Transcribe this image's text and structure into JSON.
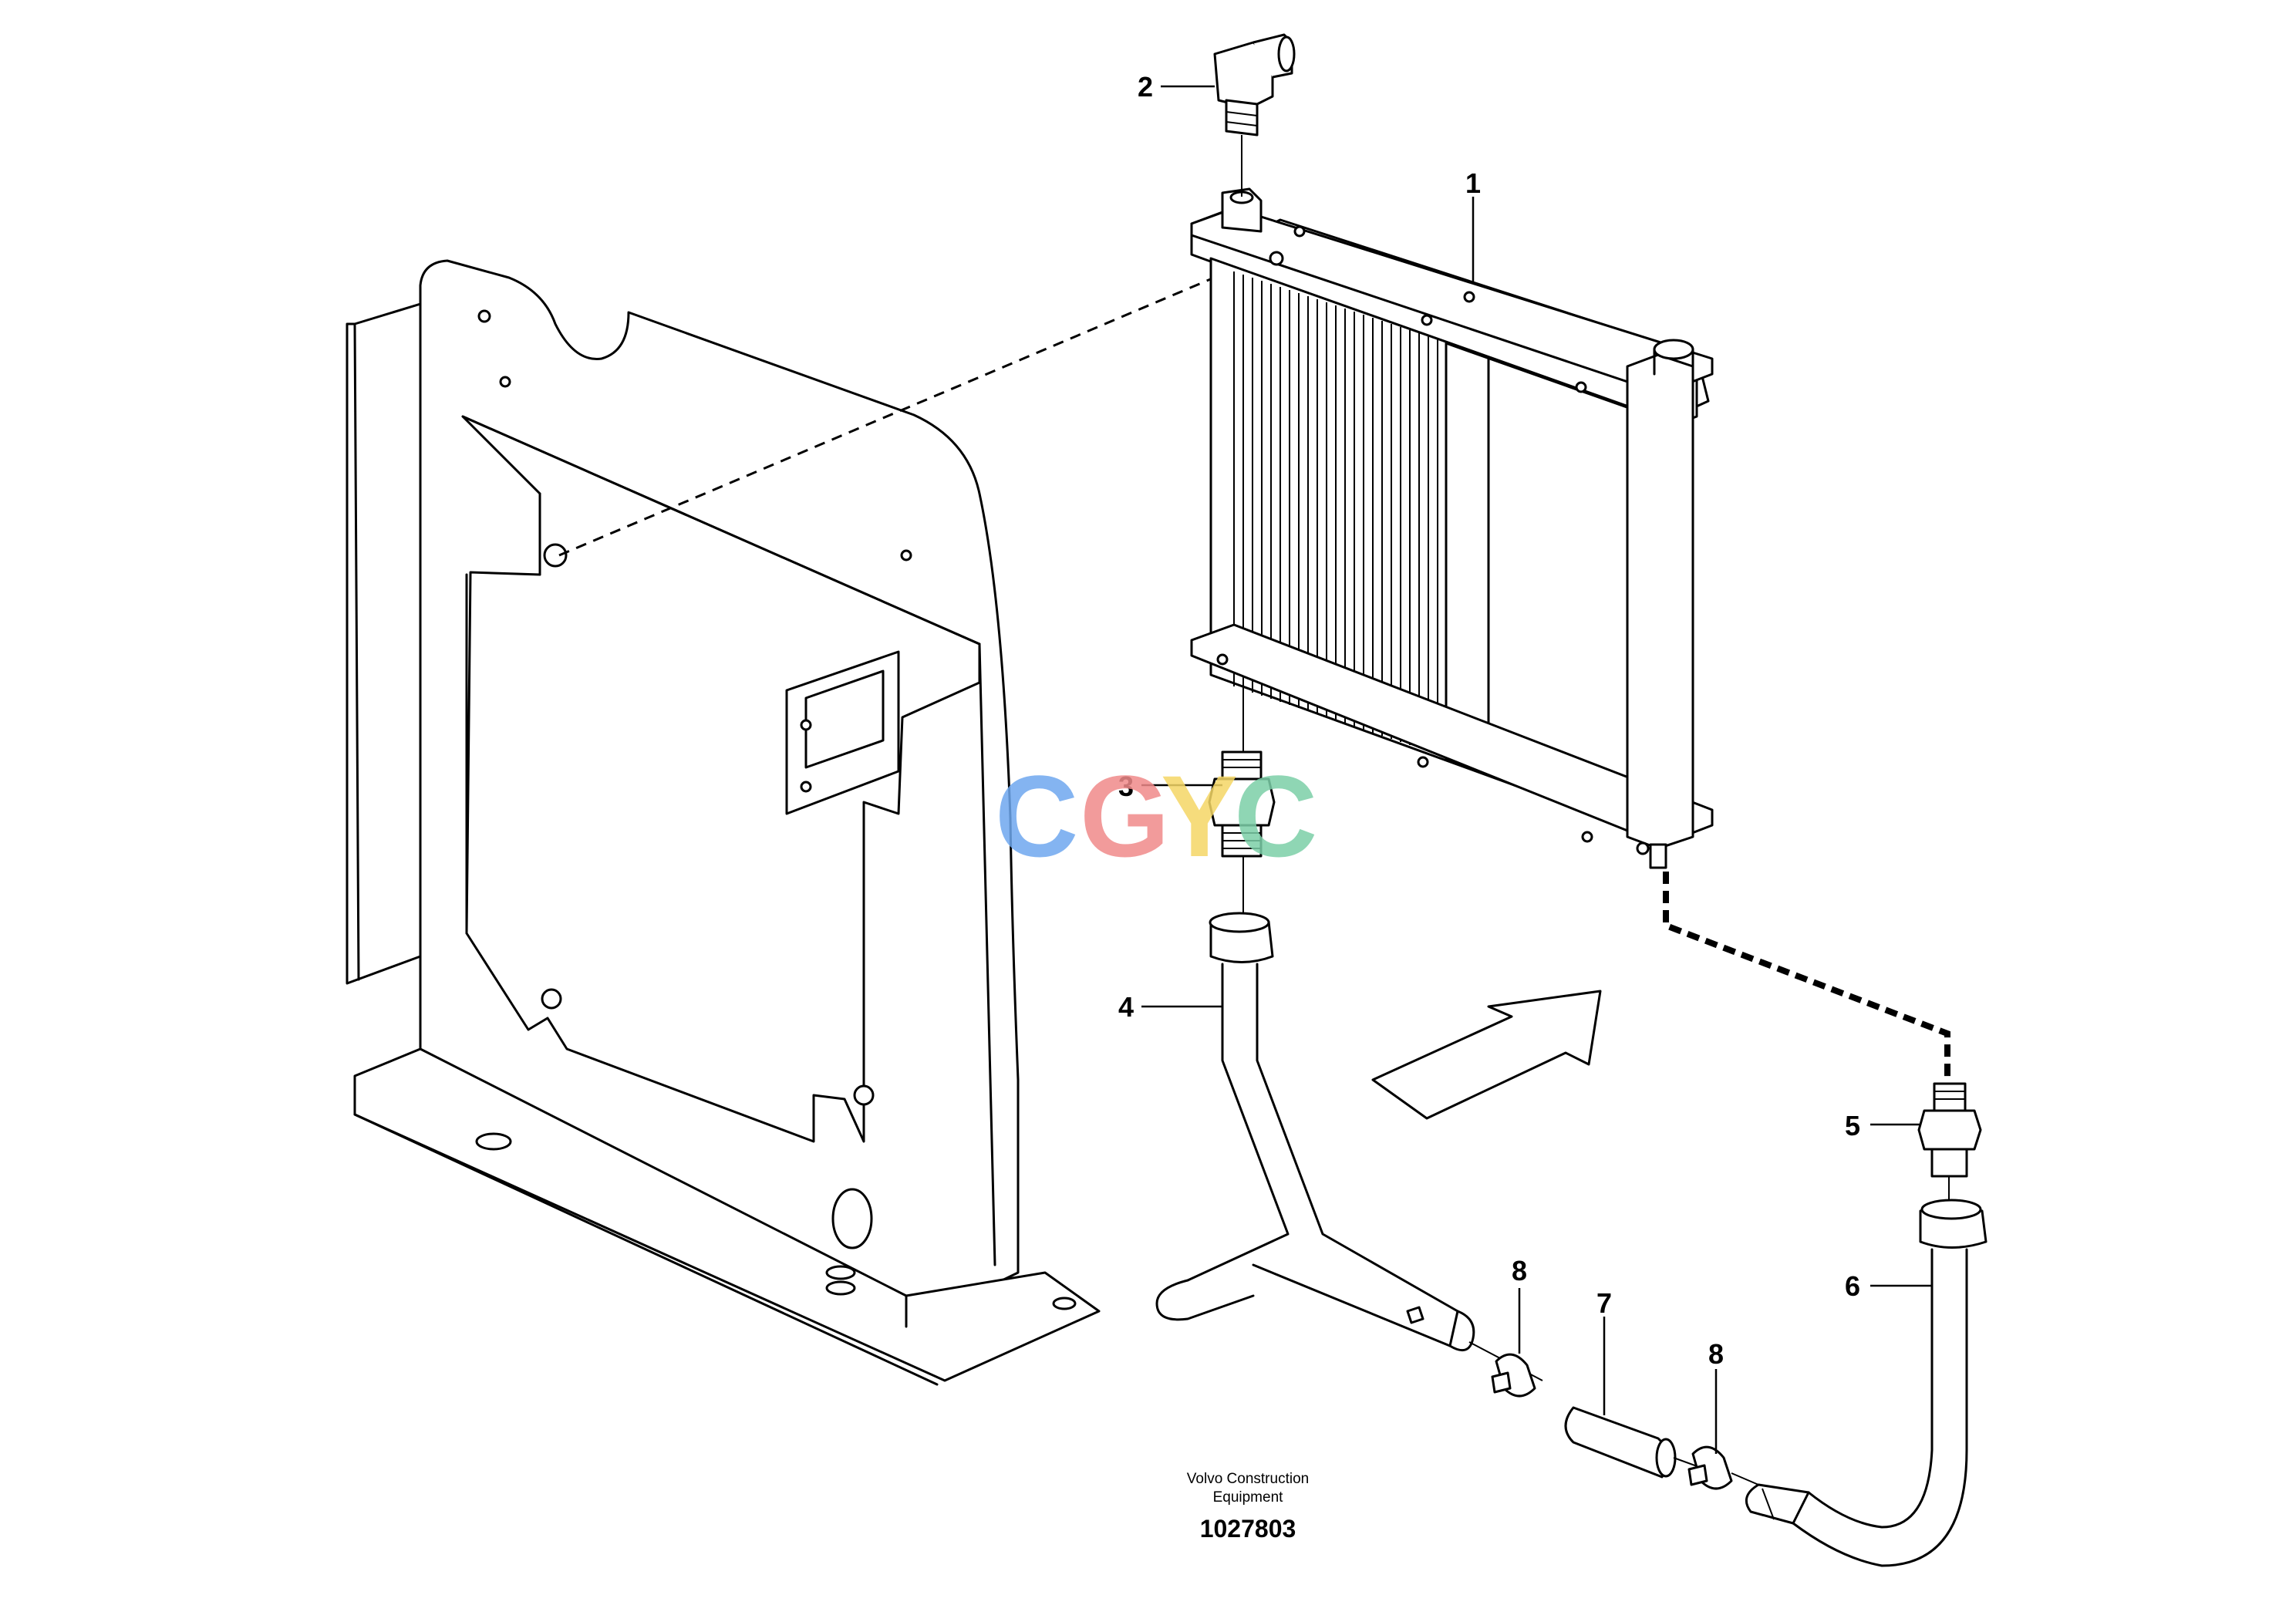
{
  "callouts": {
    "c1": "1",
    "c2": "2",
    "c3": "3",
    "c4": "4",
    "c5": "5",
    "c6": "6",
    "c7": "7",
    "c8a": "8",
    "c8b": "8"
  },
  "footer": {
    "line1": "Volvo Construction",
    "line2": "Equipment",
    "number": "1027803"
  },
  "watermark": {
    "text": [
      "C",
      "G",
      "Y",
      "C"
    ],
    "colors": [
      "#6fa8ef",
      "#f08a8a",
      "#f5d766",
      "#7ccfa8"
    ]
  }
}
